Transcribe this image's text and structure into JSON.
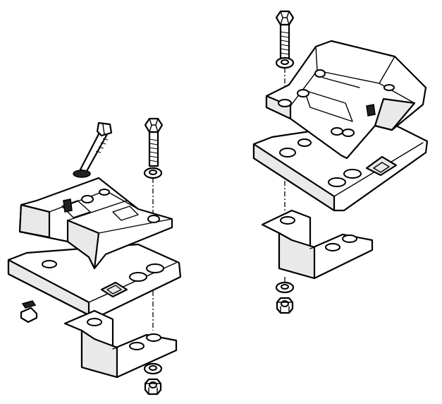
{
  "figure": {
    "kind": "exploded-assembly-line-drawing",
    "assemblies": [
      "left-mount-assembly",
      "right-mount-assembly"
    ],
    "colors": {
      "line": "#000000",
      "fill": "#ffffff",
      "shade": "#e9e9e9"
    },
    "parts": [
      "long-bolt",
      "hex-bolt",
      "washer",
      "upper-bracket",
      "base-plate",
      "lower-bracket",
      "hex-nut"
    ]
  }
}
